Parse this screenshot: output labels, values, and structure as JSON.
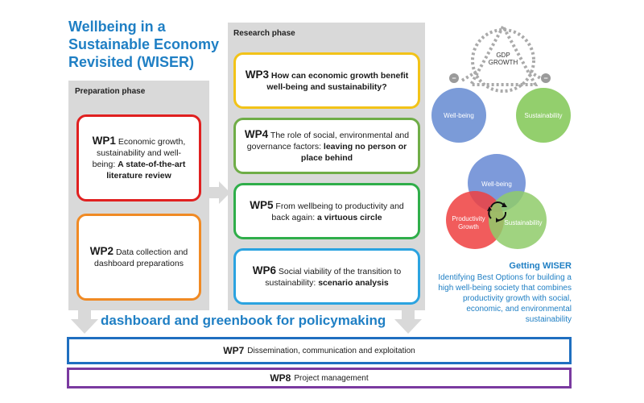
{
  "title": "Wellbeing in a Sustainable Economy Revisited (WISER)",
  "phases": {
    "preparation": "Preparation phase",
    "research": "Research phase"
  },
  "work_packages": [
    {
      "id": "WP1",
      "text": "Economic growth, sustainability and well-being:",
      "bold_text": "A state-of-the-art literature review",
      "color": "#e02020"
    },
    {
      "id": "WP2",
      "text": "Data collection and dashboard preparations",
      "bold_text": "",
      "color": "#f08a24"
    },
    {
      "id": "WP3",
      "text": "",
      "bold_text": "How can economic growth benefit well-being and sustainability?",
      "color": "#f2c318"
    },
    {
      "id": "WP4",
      "text": "The role of social, environmental and governance factors:",
      "bold_text": "leaving no person or place behind",
      "color": "#6fad47"
    },
    {
      "id": "WP5",
      "text": "From wellbeing to productivity and back again:",
      "bold_text": "a virtuous circle",
      "color": "#2fae4a"
    },
    {
      "id": "WP6",
      "text": "Social viability of the transition to sustainability:",
      "bold_text": "scenario analysis",
      "color": "#2ba3e0"
    },
    {
      "id": "WP7",
      "text": "Dissemination, communication  and exploitation",
      "bold_text": "",
      "color": "#1f6fc0"
    },
    {
      "id": "WP8",
      "text": "Project management",
      "bold_text": "",
      "color": "#7a3aa0"
    }
  ],
  "dashboard_text": "dashboard and greenbook for policymaking",
  "diagram": {
    "gdp_line1": "GDP",
    "gdp_line2": "GROWTH",
    "minus": "−",
    "top_circles": [
      {
        "label": "Well-being",
        "color": "#7b9bd8"
      },
      {
        "label": "Sustainability",
        "color": "#93cf6d"
      }
    ],
    "venn": [
      {
        "label": "Well-being",
        "color": "#6f8fd6"
      },
      {
        "label_line1": "Productivity",
        "label_line2": "Growth",
        "color": "#ee4040"
      },
      {
        "label": "Sustainability",
        "color": "#8fcb6a"
      }
    ]
  },
  "getting_wiser": {
    "title": "Getting WISER",
    "description": "Identifying Best Options for building a high well-being society that combines productivity growth with social, economic, and environmental sustainability"
  }
}
